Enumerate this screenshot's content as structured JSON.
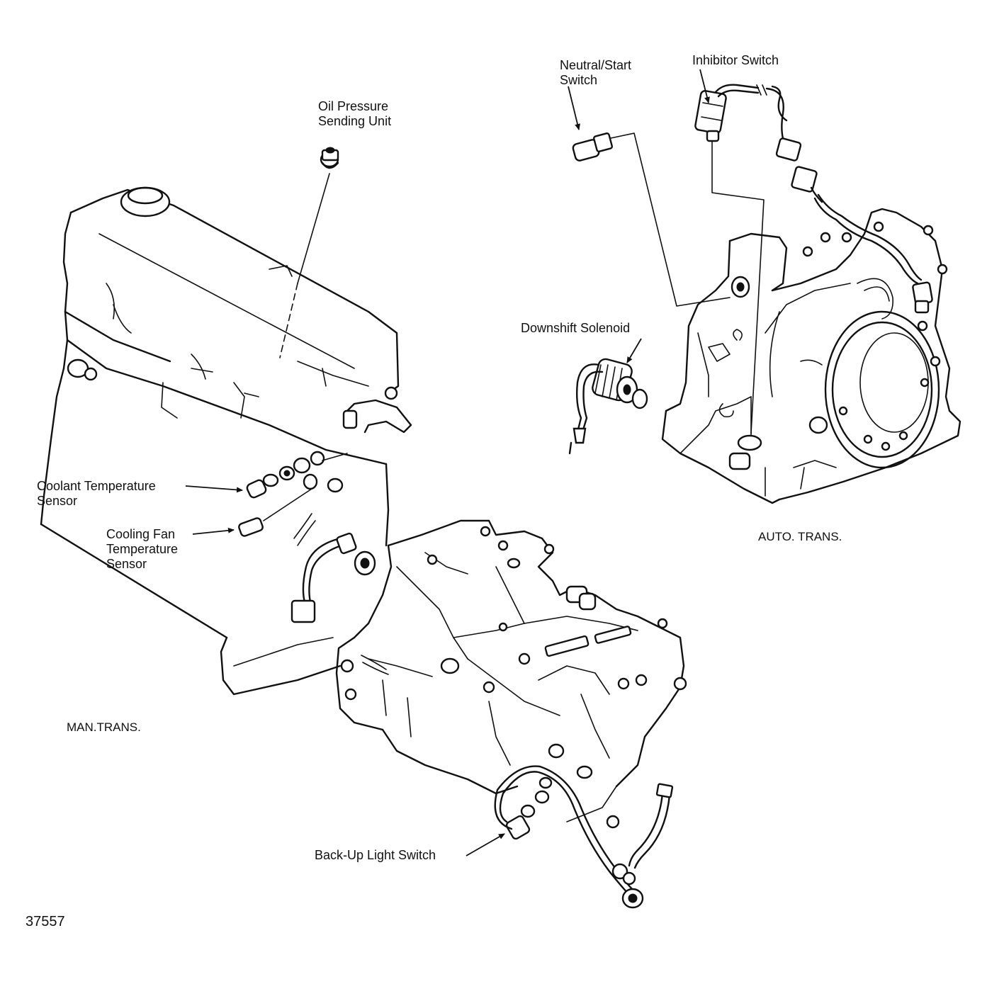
{
  "labels": {
    "oil_pressure": [
      "Oil Pressure",
      "Sending Unit"
    ],
    "neutral_start": [
      "Neutral/Start",
      "Switch"
    ],
    "inhibitor": "Inhibitor Switch",
    "downshift": "Downshift Solenoid",
    "coolant": [
      "Coolant Temperature",
      "Sensor"
    ],
    "cooling_fan": [
      "Cooling Fan",
      "Temperature",
      "Sensor"
    ],
    "man_trans": "MAN.TRANS.",
    "auto_trans": "AUTO. TRANS.",
    "backup_light": "Back-Up Light Switch",
    "figure_number": "37557"
  }
}
